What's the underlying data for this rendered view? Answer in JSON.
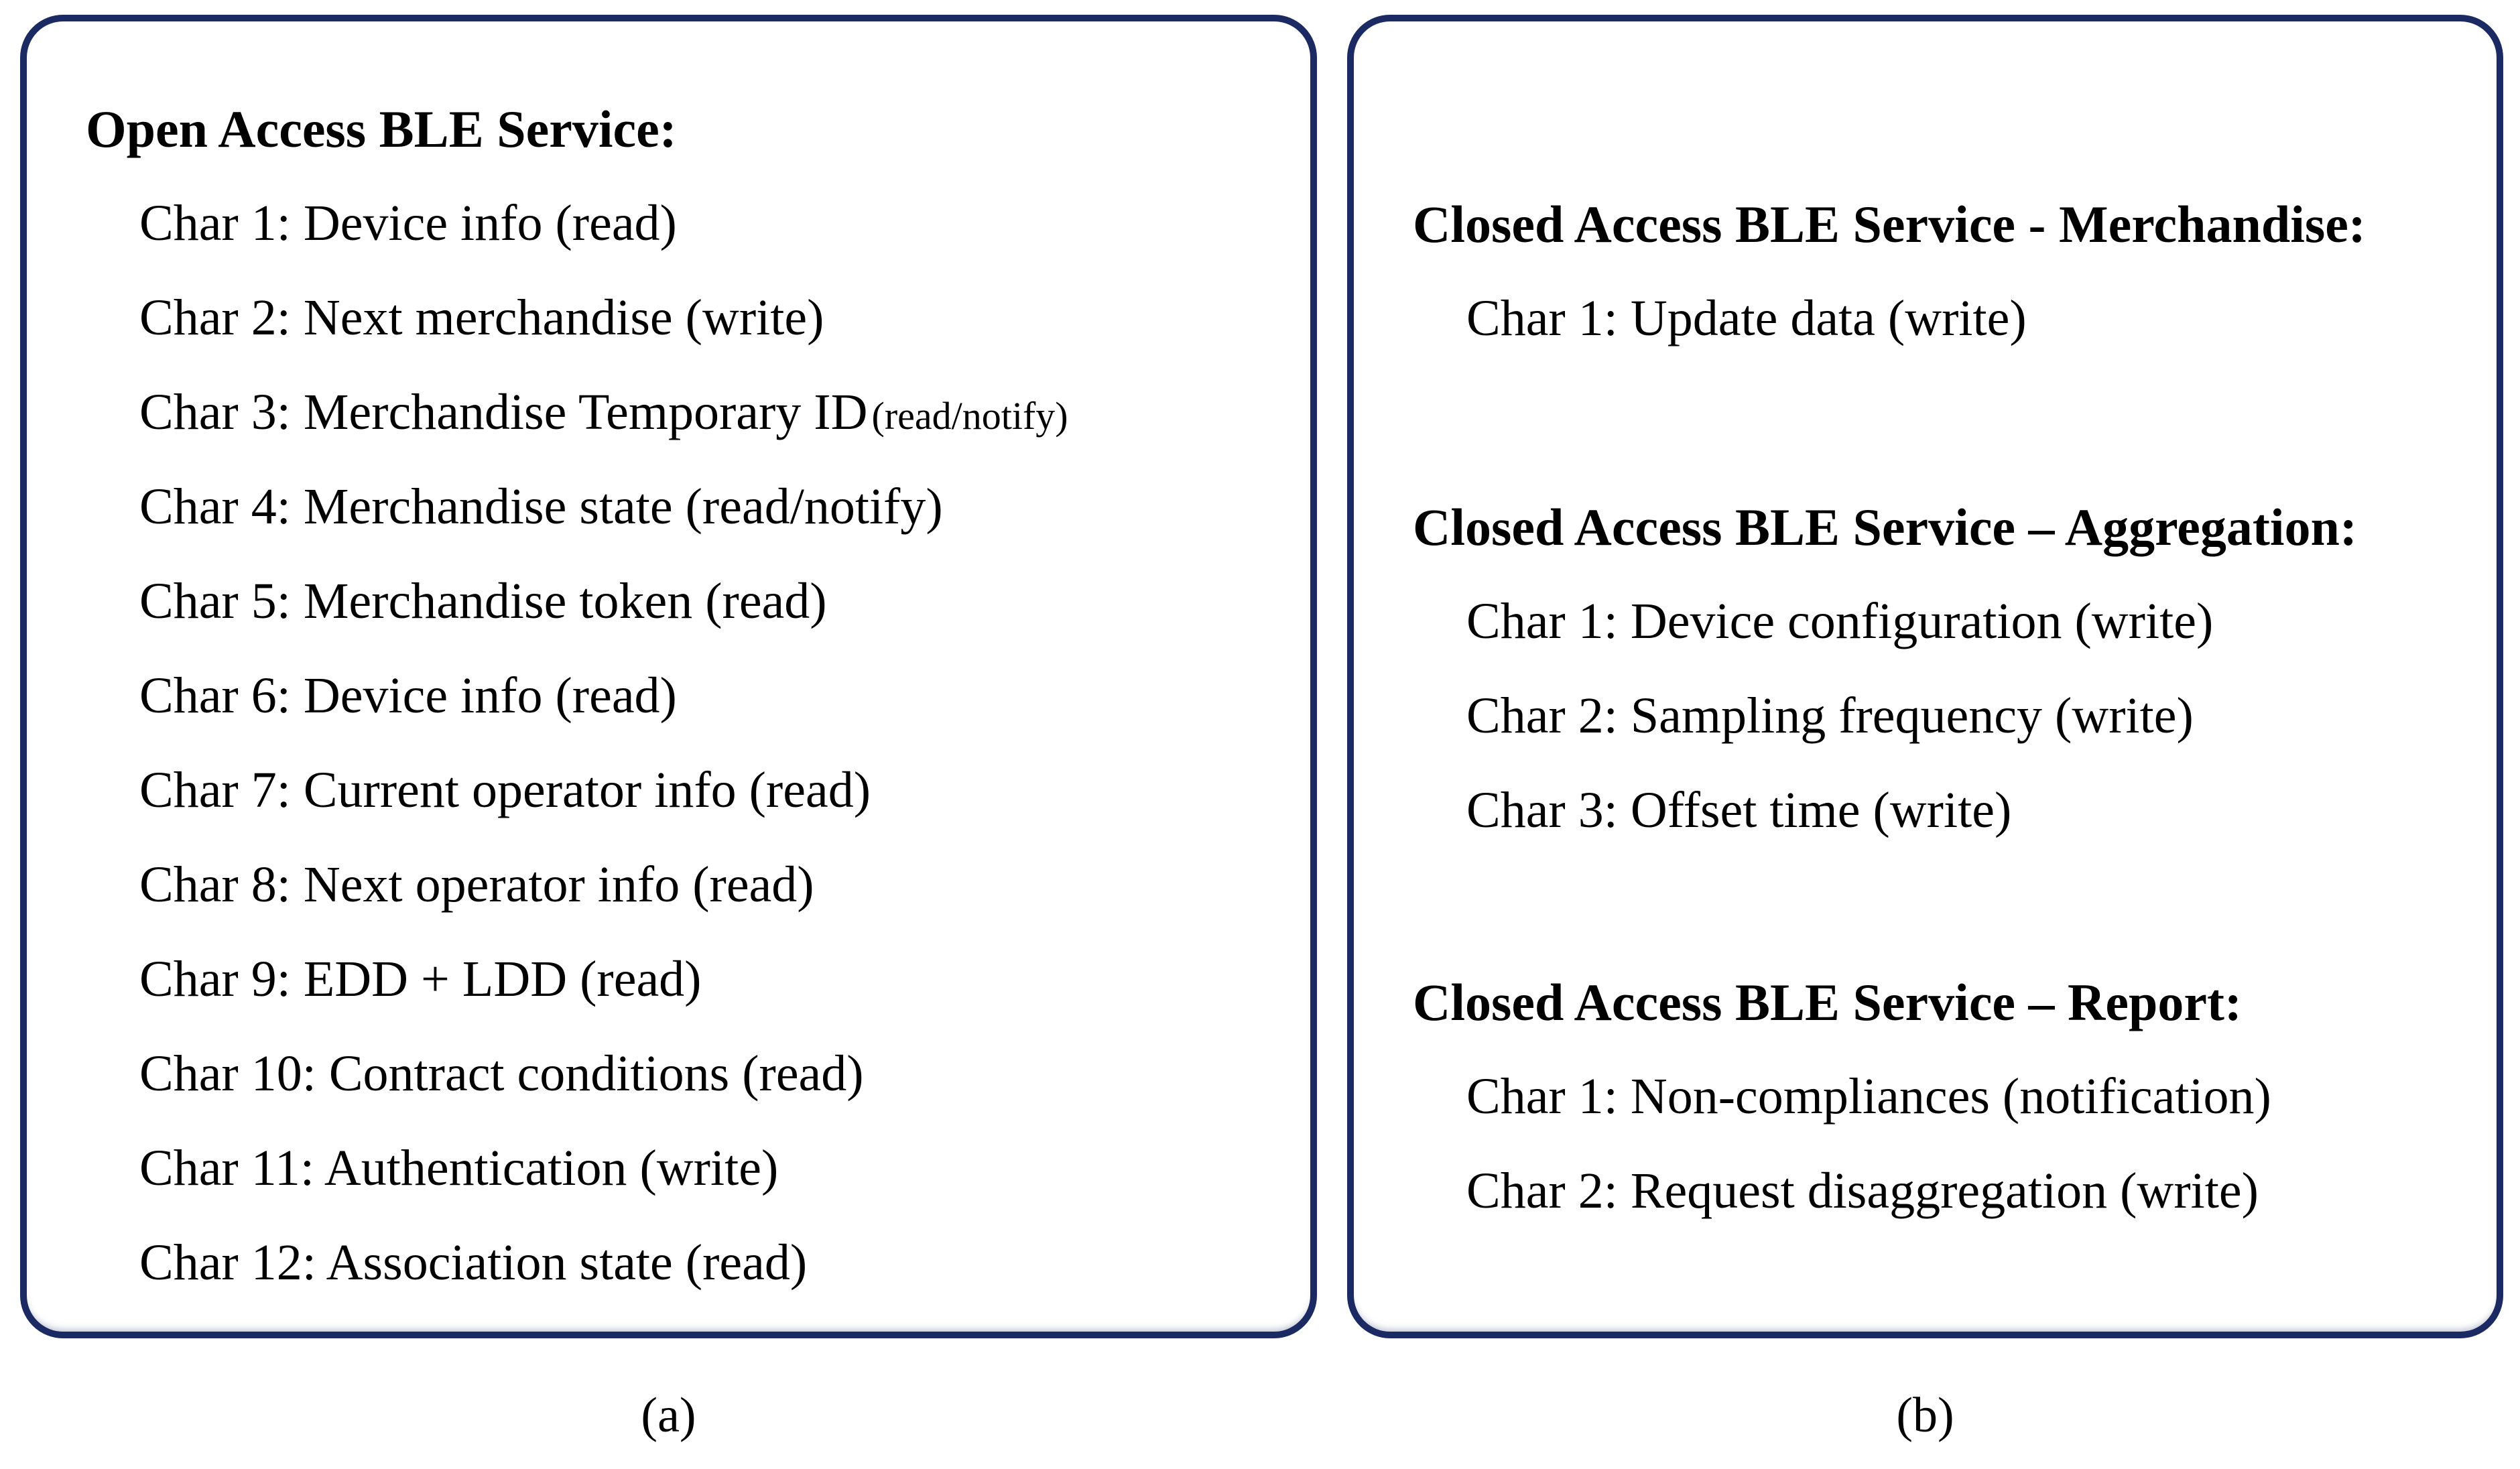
{
  "colors": {
    "border": "#1c2a63",
    "text": "#000000",
    "background": "#ffffff"
  },
  "panel_a": {
    "title": "Open Access BLE Service:",
    "items": [
      {
        "text": "Char 1: Device info (read)"
      },
      {
        "text": "Char 2: Next merchandise (write)"
      },
      {
        "text": "Char 3: Merchandise Temporary ID",
        "suffix": "(read/notify)"
      },
      {
        "text": "Char 4: Merchandise state (read/notify)"
      },
      {
        "text": "Char 5: Merchandise token (read)"
      },
      {
        "text": "Char 6: Device info (read)"
      },
      {
        "text": "Char 7: Current operator info (read)"
      },
      {
        "text": "Char 8: Next operator info (read)"
      },
      {
        "text": "Char 9: EDD + LDD (read)"
      },
      {
        "text": "Char 10: Contract conditions (read)"
      },
      {
        "text": "Char 11: Authentication (write)"
      },
      {
        "text": "Char 12: Association state (read)"
      }
    ],
    "label": "(a)"
  },
  "panel_b": {
    "sections": [
      {
        "title": "Closed Access BLE Service - Merchandise:",
        "items": [
          "Char 1: Update data (write)"
        ]
      },
      {
        "title": "Closed Access BLE Service – Aggregation:",
        "items": [
          "Char 1: Device configuration (write)",
          "Char 2: Sampling frequency (write)",
          "Char 3: Offset time (write)"
        ]
      },
      {
        "title": "Closed Access BLE Service – Report:",
        "items": [
          "Char 1: Non-compliances (notification)",
          "Char 2: Request disaggregation (write)"
        ]
      }
    ],
    "label": "(b)"
  }
}
